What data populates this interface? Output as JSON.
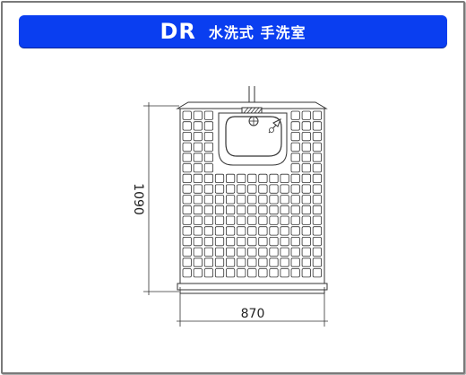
{
  "header": {
    "model_code": "DR",
    "title": "水洗式 手洗室"
  },
  "dimensions": {
    "width_label": "870",
    "height_label": "1090"
  },
  "colors": {
    "title_bar": "#0a3ef0",
    "line": "#333333"
  }
}
